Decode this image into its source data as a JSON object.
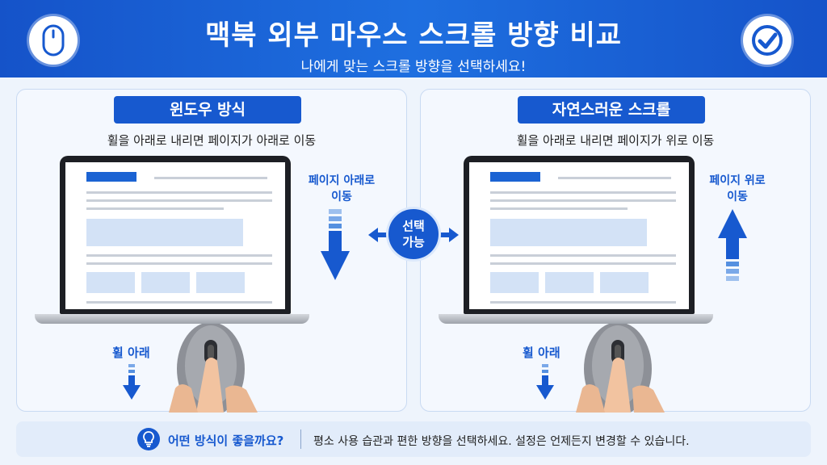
{
  "header": {
    "title": "맥북 외부 마우스 스크롤 방향 비교",
    "subtitle": "나에게 맞는 스크롤 방향을 선택하세요!",
    "left_icon": "mouse-icon",
    "right_icon": "checkmark-icon"
  },
  "left_panel": {
    "title": "윈도우 방식",
    "description": "휠을 아래로 내리면 페이지가 아래로 이동",
    "page_label_line1": "페이지 아래로",
    "page_label_line2": "이동",
    "page_arrow": "arrow-down-icon",
    "wheel_label": "휠 아래",
    "wheel_arrow": "arrow-down-icon"
  },
  "right_panel": {
    "title": "자연스러운 스크롤",
    "description": "휠을 아래로 내리면 페이지가 위로 이동",
    "page_label_line1": "페이지 위로",
    "page_label_line2": "이동",
    "page_arrow": "arrow-up-icon",
    "wheel_label": "휠 아래",
    "wheel_arrow": "arrow-down-icon"
  },
  "center": {
    "line1": "선택",
    "line2": "가능",
    "icon": "double-arrow-icon"
  },
  "bottom": {
    "icon": "lightbulb-icon",
    "title": "어떤 방식이 좋을까요?",
    "text": "평소 사용 습관과 편한 방향을 선택하세요. 설정은 언제든지 변경할 수 있습니다."
  },
  "colors": {
    "brand_blue": "#1759cf",
    "header_blue": "#1e6fe0",
    "panel_bg": "#f4f8fe",
    "bar_bg": "#e2ecfa"
  }
}
